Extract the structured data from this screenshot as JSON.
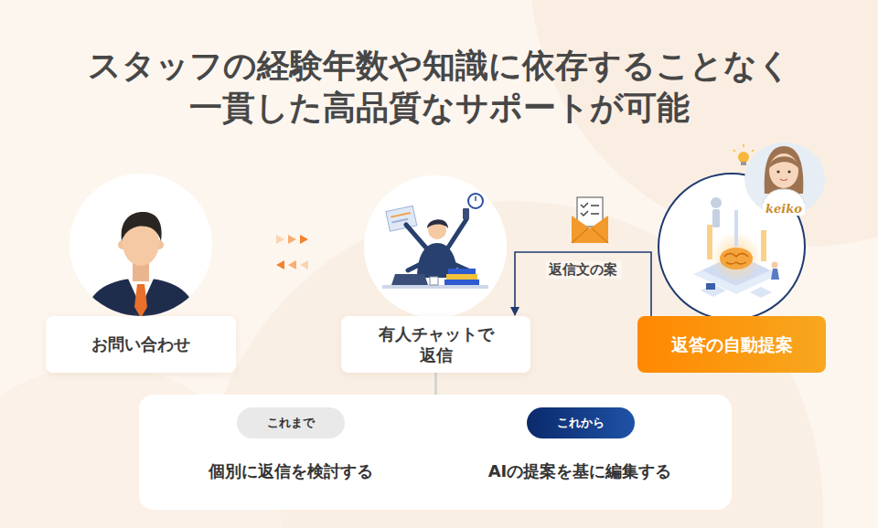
{
  "diagram": {
    "title": "スタッフの経験年数や知識に依存することなく 一貫した高品質なサポートが可能",
    "nodes": [
      {
        "text": [
          "お問い合わせ"
        ]
      },
      {
        "text": [
          "有人チャットで 返信"
        ]
      },
      {
        "text": [
          "返答の自動提案"
        ]
      },
      {
        "text": [
          "個別に返信を検討する",
          "AIの提案を基に編集する"
        ]
      },
      {
        "text": [
          "これまで"
        ],
        "in": 3
      },
      {
        "text": [
          "これから"
        ],
        "in": 3
      }
    ],
    "edges": [
      {
        "from": 2,
        "to": 1,
        "arrow": "to",
        "label": "返信文の案"
      },
      {
        "from": 1,
        "to": 3,
        "arrow": "none"
      }
    ],
    "labels": [
      "keiko"
    ]
  }
}
